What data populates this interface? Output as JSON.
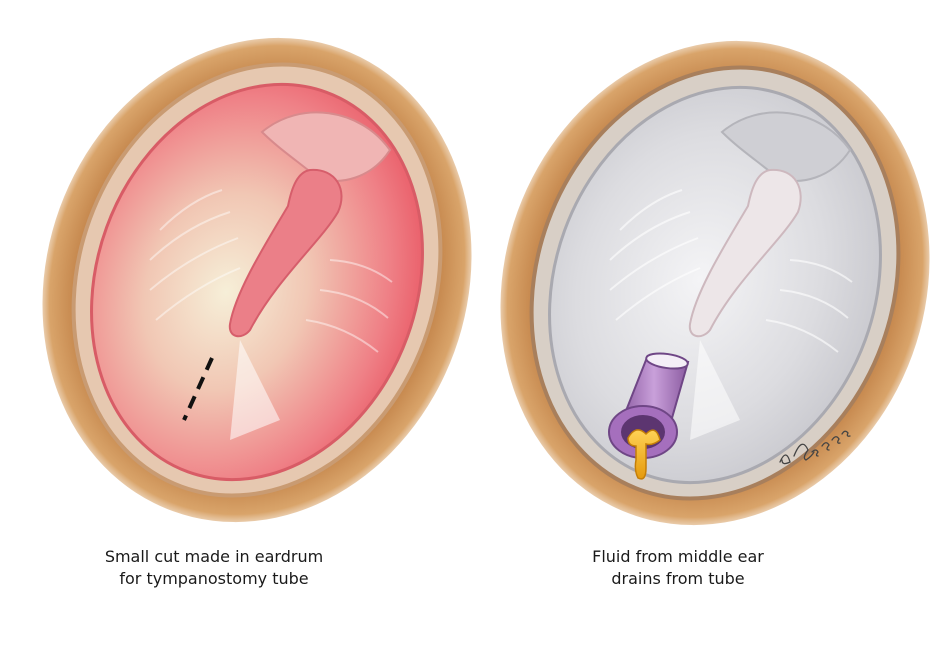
{
  "panels": [
    {
      "id": "incision",
      "caption_lines": [
        "Small cut made in eardrum",
        "for tympanostomy tube"
      ]
    },
    {
      "id": "drainage",
      "caption_lines": [
        "Fluid from middle ear",
        "drains from tube"
      ]
    }
  ],
  "signature": "A. Greene",
  "colors": {
    "ear_canal_skin": "#c98a4b",
    "inflamed_eardrum": "#ef7b7d",
    "healthy_eardrum": "#d8d8dc",
    "tube": "#b27fc4",
    "fluid": "#f2b01e"
  }
}
